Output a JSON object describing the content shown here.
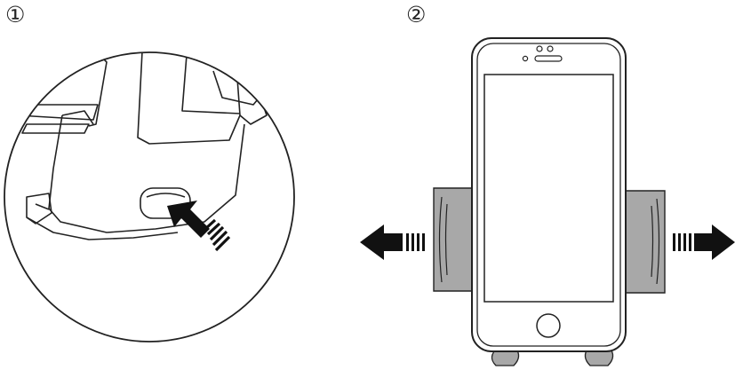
{
  "steps": [
    {
      "number": "①"
    },
    {
      "number": "②"
    }
  ],
  "colors": {
    "outline": "#222222",
    "arm_fill": "#a8a8a8",
    "arrow_fill": "#111111",
    "background": "#ffffff"
  },
  "icons": {
    "step1_detail": "release-button-closeup",
    "step2_detail": "phone-in-holder-arms-extending",
    "push_arrow": "diagonal-push-arrow-icon",
    "left_arrow": "left-arrow-icon",
    "right_arrow": "right-arrow-icon"
  }
}
